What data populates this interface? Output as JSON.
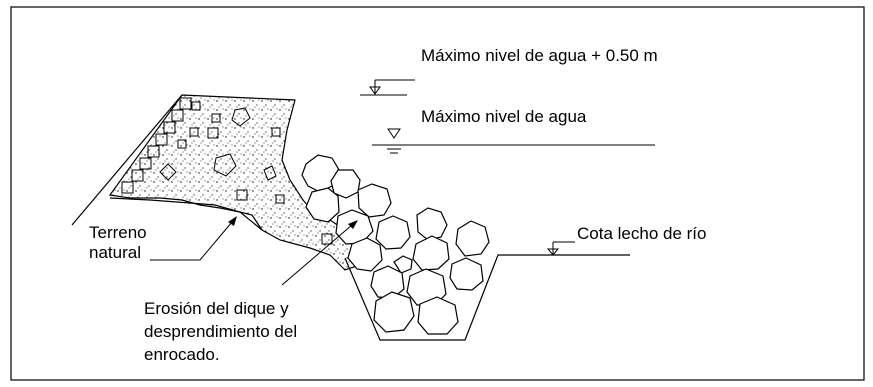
{
  "labels": {
    "max_water_level_plus": "Máximo nivel de agua + 0.50 m",
    "max_water_level": "Máximo nivel de agua",
    "riverbed_level": "Cota lecho de río",
    "natural_ground_line1": "Terreno",
    "natural_ground_line2": "natural",
    "erosion_line1": "Erosión del dique y",
    "erosion_line2": "desprendimiento del",
    "erosion_line3": "enrocado."
  },
  "colors": {
    "stroke": "#000000",
    "background": "#ffffff"
  }
}
